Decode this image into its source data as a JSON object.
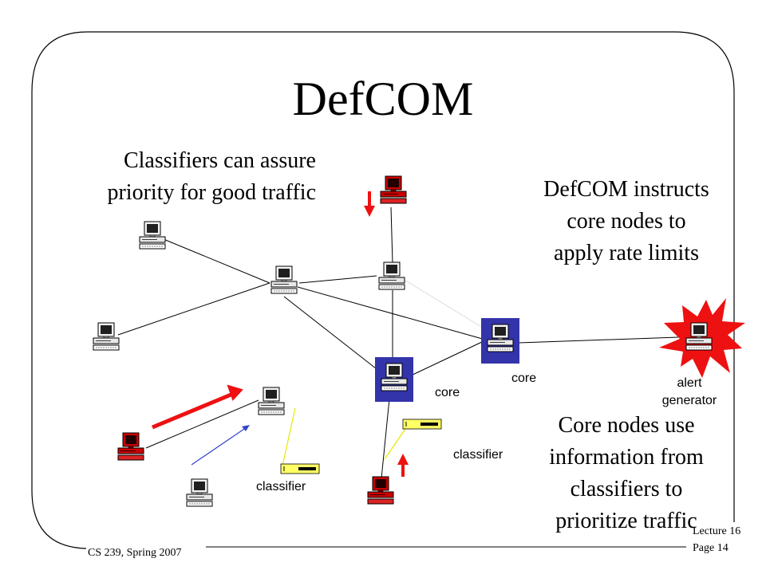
{
  "slide": {
    "title": "DefCOM",
    "text_top_left": [
      "Classifiers can assure",
      "priority for good traffic"
    ],
    "text_top_right": [
      "DefCOM instructs",
      "core nodes to",
      "apply rate limits"
    ],
    "text_bottom_right": [
      "Core nodes use",
      "information from",
      "classifiers to",
      "prioritize traffic"
    ]
  },
  "labels": {
    "core_1": "core",
    "core_2": "core",
    "alert_generator": "alert generator",
    "classifier_1": "classifier",
    "classifier_2": "classifier"
  },
  "footer": {
    "course": "CS 239, Spring 2007",
    "lecture": "Lecture 16",
    "page": "Page 14"
  },
  "colors": {
    "attacker": "#cc0000",
    "core_box": "#3333aa",
    "alert_burst": "#ee1111",
    "good_arrow": "#3344cc",
    "classifier_line": "#e8e800"
  },
  "icons": {
    "host": "computer-icon",
    "attacker": "red-computer-icon",
    "core": "core-node-icon",
    "alert": "alert-burst-icon",
    "classifier": "classifier-card-icon"
  }
}
